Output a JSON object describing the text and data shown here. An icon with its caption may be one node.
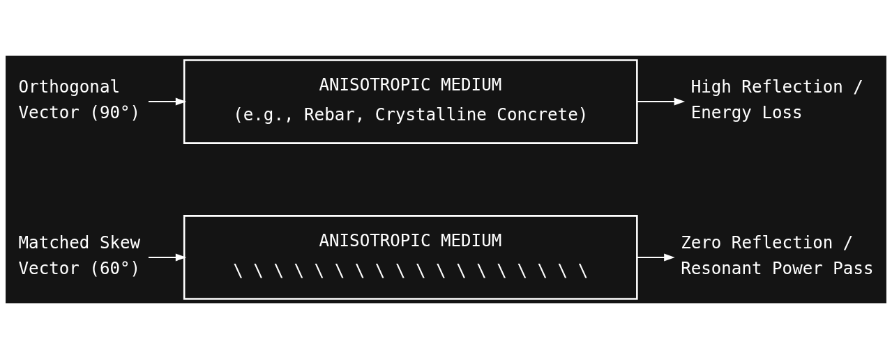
{
  "diagram": {
    "nodes": [
      {
        "text": [
          "Orthogonal Vector (90°)"
        ]
      },
      {
        "text": [
          "ANISOTROPIC MEDIUM",
          "(e.g., Rebar, Crystalline Concrete)"
        ]
      },
      {
        "text": [
          "High Reflection / Energy Loss"
        ]
      },
      {
        "text": [
          "Matched Skew Vector (60°)"
        ]
      },
      {
        "text": [
          "ANISOTROPIC MEDIUM",
          "\\ \\ \\ \\ \\ \\ \\ \\ \\ \\ \\ \\ \\ \\ \\ \\ \\ \\"
        ]
      },
      {
        "text": [
          "Zero Reflection / Resonant Power Pass"
        ]
      }
    ],
    "edges": [
      {
        "from": 0,
        "to": 1,
        "arrow": "to"
      },
      {
        "from": 1,
        "to": 2,
        "arrow": "to"
      },
      {
        "from": 3,
        "to": 4,
        "arrow": "to"
      },
      {
        "from": 4,
        "to": 5,
        "arrow": "to"
      }
    ]
  }
}
